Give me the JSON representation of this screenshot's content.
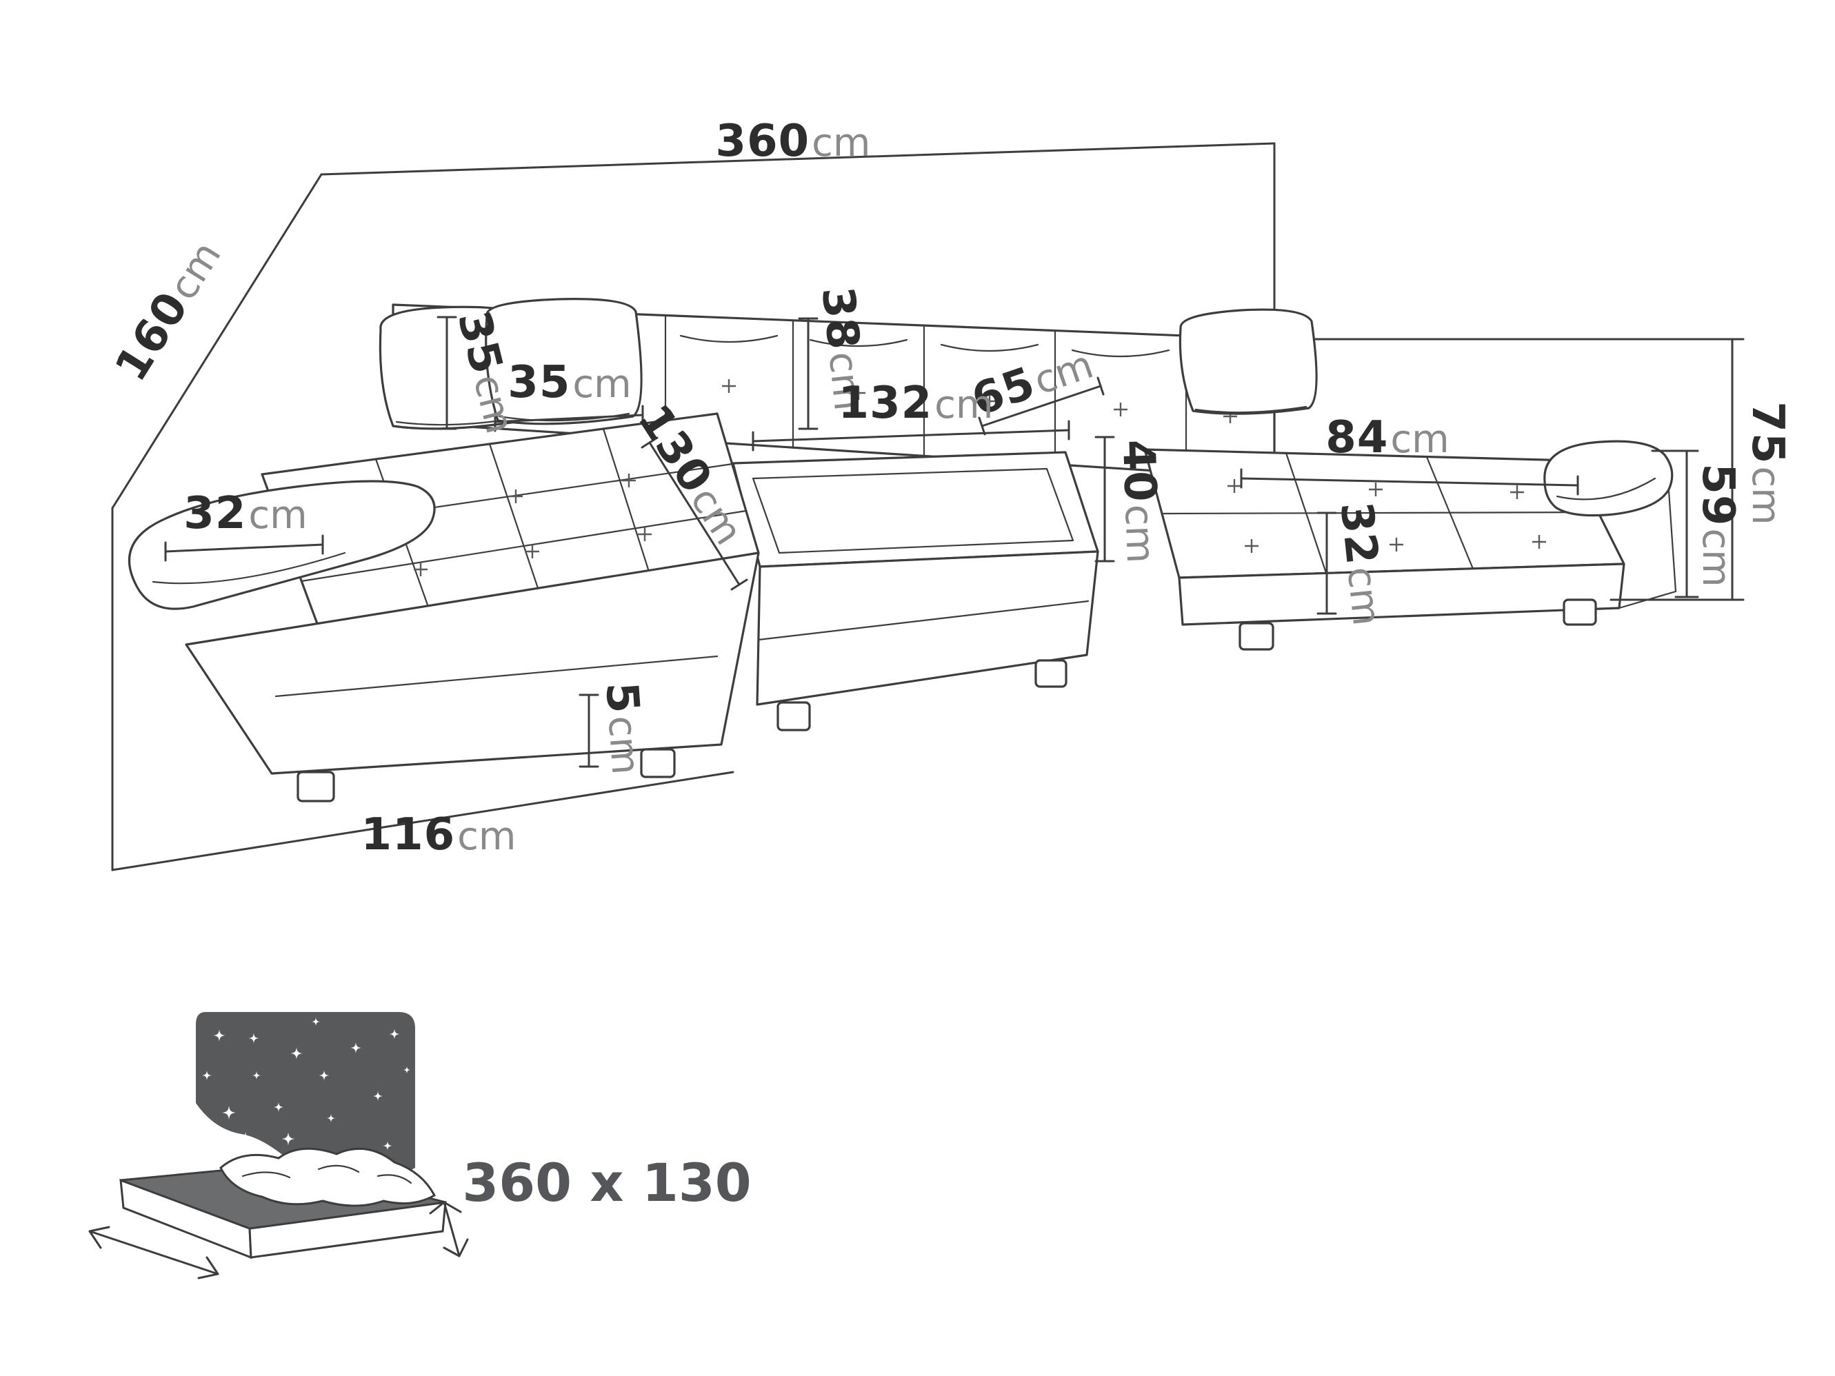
{
  "dims": {
    "total_width": {
      "value": "360",
      "unit": "cm"
    },
    "total_depth": {
      "value": "160",
      "unit": "cm"
    },
    "pillow_height": {
      "value": "35",
      "unit": "cm"
    },
    "pillow_width": {
      "value": "35",
      "unit": "cm"
    },
    "backrest_height": {
      "value": "38",
      "unit": "cm"
    },
    "seat_depth": {
      "value": "65",
      "unit": "cm"
    },
    "middle_seat_width": {
      "value": "132",
      "unit": "cm"
    },
    "right_seat_width": {
      "value": "84",
      "unit": "cm"
    },
    "chaise_length": {
      "value": "130",
      "unit": "cm"
    },
    "seat_height": {
      "value": "40",
      "unit": "cm"
    },
    "left_armrest_width": {
      "value": "32",
      "unit": "cm"
    },
    "right_armrest_width": {
      "value": "32",
      "unit": "cm"
    },
    "overall_height": {
      "value": "75",
      "unit": "cm"
    },
    "armrest_height": {
      "value": "59",
      "unit": "cm"
    },
    "leg_height": {
      "value": "5",
      "unit": "cm"
    },
    "front_width": {
      "value": "116",
      "unit": "cm"
    }
  },
  "sleeping_area": {
    "label": "360 x 130"
  },
  "colors": {
    "line": "#3d3d3d",
    "value_text": "#2d2d2d",
    "unit_text": "#8a8a8a",
    "icon_dark": "#58595b",
    "mattress_top": "#6b6c6e"
  }
}
